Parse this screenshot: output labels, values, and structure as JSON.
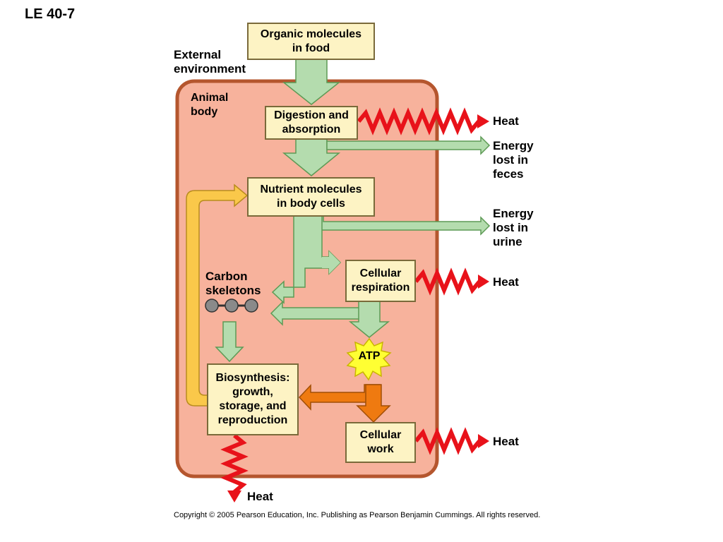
{
  "title": "LE 40-7",
  "labels": {
    "external_environment": "External\nenvironment",
    "animal_body": "Animal\nbody",
    "carbon_skeletons": "Carbon\nskeletons",
    "heat_digestion": "Heat",
    "energy_feces": "Energy\nlost in\nfeces",
    "energy_urine": "Energy\nlost in\nurine",
    "heat_respiration": "Heat",
    "heat_work": "Heat",
    "heat_biosynthesis": "Heat",
    "atp": "ATP"
  },
  "boxes": {
    "organic_molecules": "Organic molecules\nin food",
    "digestion": "Digestion and\nabsorption",
    "nutrient_molecules": "Nutrient molecules\nin body cells",
    "cellular_respiration": "Cellular\nrespiration",
    "biosynthesis": "Biosynthesis:\ngrowth,\nstorage, and\nreproduction",
    "cellular_work": "Cellular\nwork"
  },
  "copyright": "Copyright © 2005 Pearson Education, Inc. Publishing as Pearson Benjamin Cummings. All rights reserved.",
  "colors": {
    "body_fill": "#f7b29c",
    "body_border": "#b5562e",
    "box_fill": "#fdf3c4",
    "green_arrow": "#b4dcae",
    "heat_arrow": "#e8121a",
    "yellow_arrow": "#fac84a",
    "orange_arrow": "#ef7a10",
    "atp_star": "#ffff33"
  }
}
